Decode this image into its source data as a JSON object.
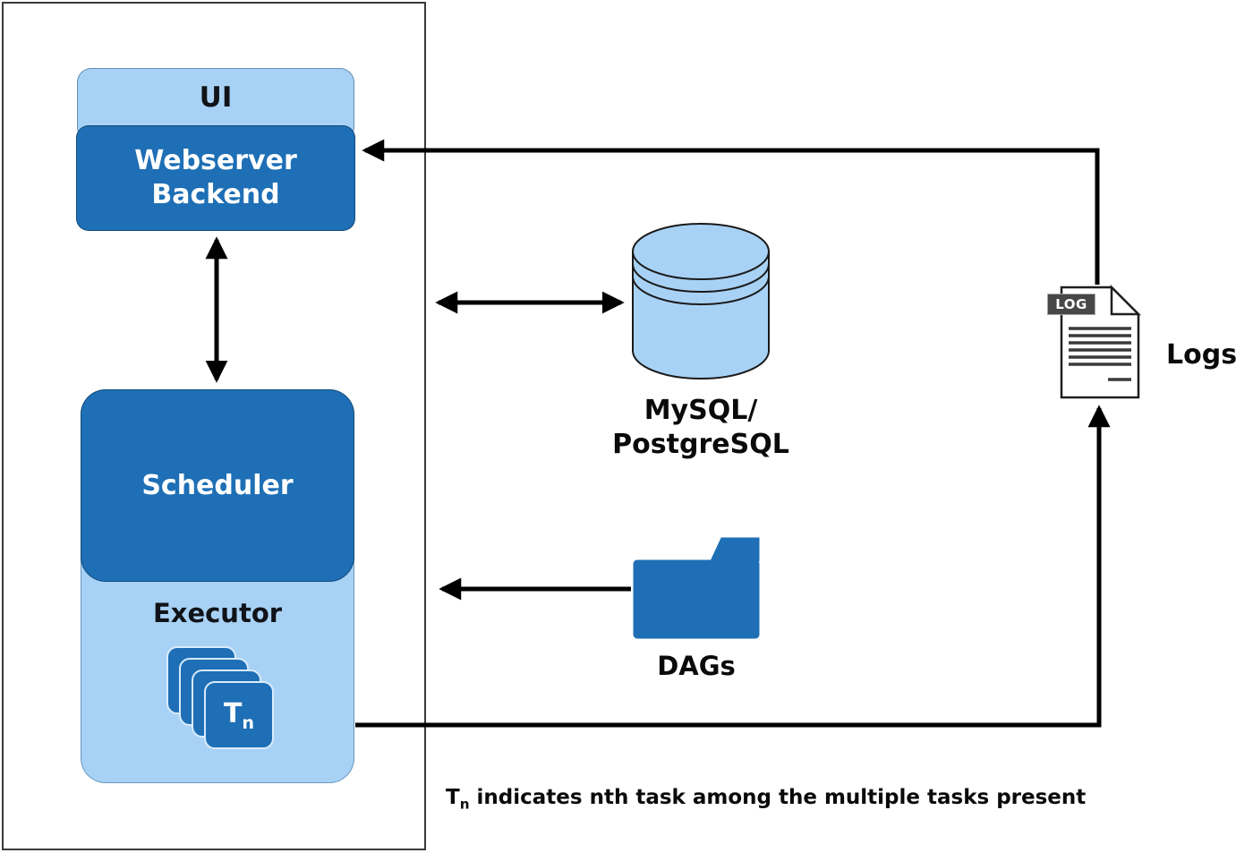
{
  "colors": {
    "light_blue": "#a8d2f5",
    "dark_blue": "#1e6fb5"
  },
  "nodes": {
    "ui": {
      "label": "UI"
    },
    "webserver": {
      "lines": [
        "Webserver",
        "Backend"
      ]
    },
    "scheduler": {
      "label": "Scheduler"
    },
    "executor": {
      "label": "Executor"
    },
    "task": {
      "base": "T",
      "sub": "n"
    },
    "database": {
      "lines": [
        "MySQL/",
        "PostgreSQL"
      ]
    },
    "dags": {
      "label": "DAGs"
    },
    "logs": {
      "label": "Logs",
      "badge": "LOG"
    }
  },
  "note": {
    "base": "T",
    "sub": "n",
    "text": " indicates nth task among the multiple tasks present"
  }
}
